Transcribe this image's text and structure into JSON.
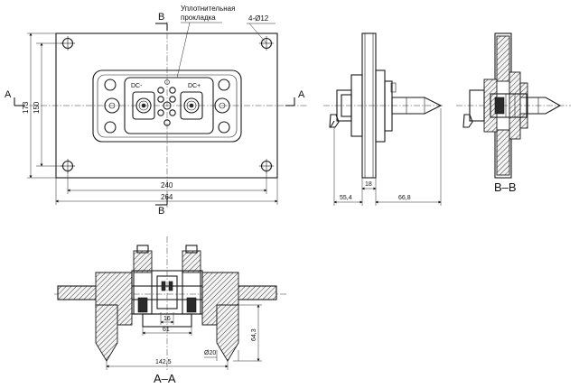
{
  "section_markers": {
    "b": "B",
    "a": "A"
  },
  "callouts": {
    "gasket_line1": "Уплотнительная",
    "gasket_line2": "прокладка",
    "holes": "4-Ø12"
  },
  "terminal_labels": {
    "negative": "DC-",
    "positive": "DC+"
  },
  "front_view_dims": {
    "width_outer": "264",
    "width_holes": "240",
    "height_outer": "173",
    "height_holes": "150"
  },
  "side_view_dims": {
    "flange": "18",
    "rear": "55,4",
    "front": "66,8"
  },
  "section_a_dims": {
    "pin": "16",
    "terminals": "61",
    "span": "142,5",
    "diameter": "Ø20",
    "height": "64,3"
  },
  "view_titles": {
    "bb": "B–B",
    "aa": "A–A"
  }
}
